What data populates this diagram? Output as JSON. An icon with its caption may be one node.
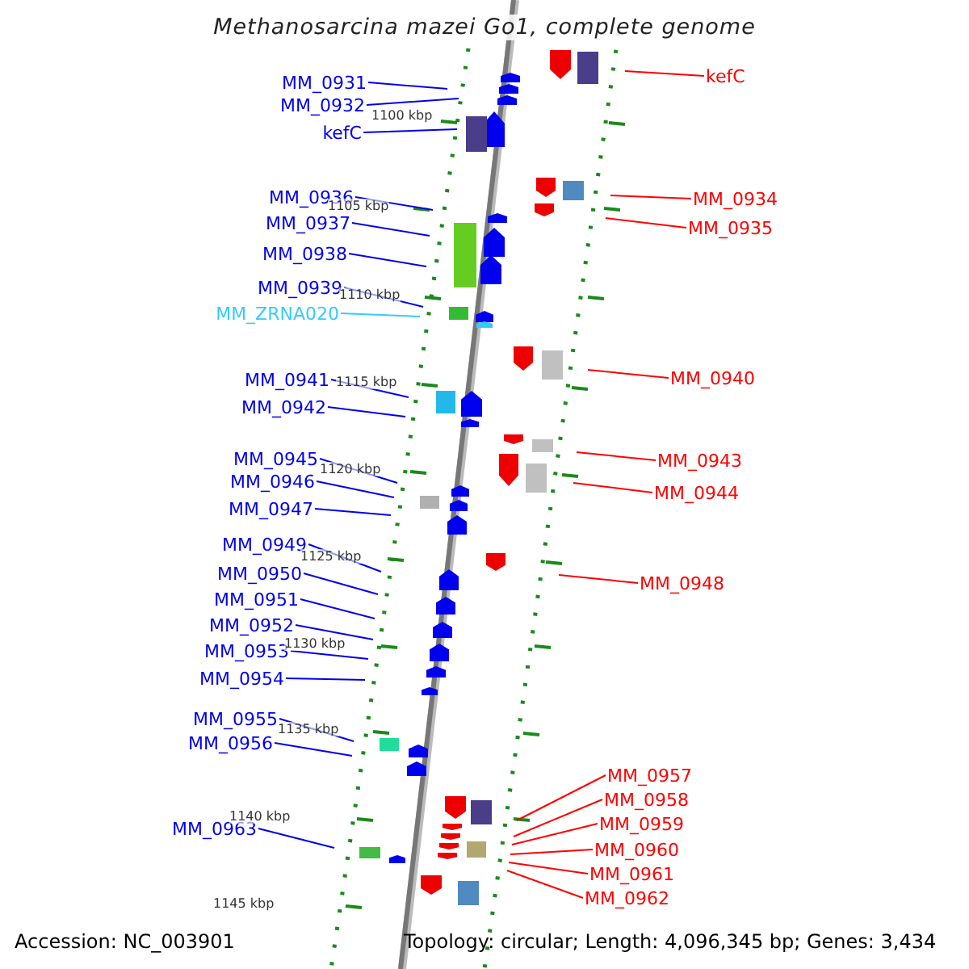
{
  "diagram": {
    "title": "Methanosarcina mazei Go1, complete genome",
    "nodes": [
      {
        "text": [
          "MM_0931"
        ]
      },
      {
        "text": [
          "MM_0932"
        ]
      },
      {
        "text": [
          "kefC"
        ]
      },
      {
        "text": [
          "MM_0936"
        ]
      },
      {
        "text": [
          "MM_0937"
        ]
      },
      {
        "text": [
          "MM_0938"
        ]
      },
      {
        "text": [
          "MM_0939"
        ]
      },
      {
        "text": [
          "MM_ZRNA020"
        ]
      },
      {
        "text": [
          "MM_0941"
        ]
      },
      {
        "text": [
          "MM_0942"
        ]
      },
      {
        "text": [
          "MM_0945"
        ]
      },
      {
        "text": [
          "MM_0946"
        ]
      },
      {
        "text": [
          "MM_0947"
        ]
      },
      {
        "text": [
          "MM_0949"
        ]
      },
      {
        "text": [
          "MM_0950"
        ]
      },
      {
        "text": [
          "MM_0951"
        ]
      },
      {
        "text": [
          "MM_0952"
        ]
      },
      {
        "text": [
          "MM_0953"
        ]
      },
      {
        "text": [
          "MM_0954"
        ]
      },
      {
        "text": [
          "MM_0955"
        ]
      },
      {
        "text": [
          "MM_0956"
        ]
      },
      {
        "text": [
          "MM_0963"
        ]
      },
      {
        "text": [
          "kefC"
        ]
      },
      {
        "text": [
          "MM_0934"
        ]
      },
      {
        "text": [
          "MM_0935"
        ]
      },
      {
        "text": [
          "MM_0940"
        ]
      },
      {
        "text": [
          "MM_0943"
        ]
      },
      {
        "text": [
          "MM_0944"
        ]
      },
      {
        "text": [
          "MM_0948"
        ]
      },
      {
        "text": [
          "MM_0957"
        ]
      },
      {
        "text": [
          "MM_0958"
        ]
      },
      {
        "text": [
          "MM_0959"
        ]
      },
      {
        "text": [
          "MM_0960"
        ]
      },
      {
        "text": [
          "MM_0961"
        ]
      },
      {
        "text": [
          "MM_0962"
        ]
      }
    ],
    "edges": [
      {
        "from": 0,
        "to": null,
        "arrow": "none"
      },
      {
        "from": 1,
        "to": null,
        "arrow": "none"
      },
      {
        "from": 2,
        "to": null,
        "arrow": "none"
      },
      {
        "from": 3,
        "to": null,
        "arrow": "none"
      },
      {
        "from": 4,
        "to": null,
        "arrow": "none"
      },
      {
        "from": 5,
        "to": null,
        "arrow": "none"
      },
      {
        "from": 6,
        "to": null,
        "arrow": "none"
      },
      {
        "from": 7,
        "to": null,
        "arrow": "none",
        "color": "#33ccff"
      },
      {
        "from": 8,
        "to": null,
        "arrow": "none"
      },
      {
        "from": 9,
        "to": null,
        "arrow": "none"
      },
      {
        "from": 10,
        "to": null,
        "arrow": "none"
      },
      {
        "from": 11,
        "to": null,
        "arrow": "none"
      },
      {
        "from": 12,
        "to": null,
        "arrow": "none"
      },
      {
        "from": 13,
        "to": null,
        "arrow": "none"
      },
      {
        "from": 14,
        "to": null,
        "arrow": "none"
      },
      {
        "from": 15,
        "to": null,
        "arrow": "none"
      },
      {
        "from": 16,
        "to": null,
        "arrow": "none"
      },
      {
        "from": 17,
        "to": null,
        "arrow": "none"
      },
      {
        "from": 18,
        "to": null,
        "arrow": "none"
      },
      {
        "from": 19,
        "to": null,
        "arrow": "none"
      },
      {
        "from": 20,
        "to": null,
        "arrow": "none"
      },
      {
        "from": 21,
        "to": null,
        "arrow": "none"
      },
      {
        "from": 22,
        "to": null,
        "arrow": "none",
        "color": "#ff0000"
      },
      {
        "from": 23,
        "to": null,
        "arrow": "none",
        "color": "#ff0000"
      },
      {
        "from": 24,
        "to": null,
        "arrow": "none",
        "color": "#ff0000"
      },
      {
        "from": 25,
        "to": null,
        "arrow": "none",
        "color": "#ff0000"
      },
      {
        "from": 26,
        "to": null,
        "arrow": "none",
        "color": "#ff0000"
      },
      {
        "from": 27,
        "to": null,
        "arrow": "none",
        "color": "#ff0000"
      },
      {
        "from": 28,
        "to": null,
        "arrow": "none",
        "color": "#ff0000"
      },
      {
        "from": 29,
        "to": null,
        "arrow": "none",
        "color": "#ff0000"
      },
      {
        "from": 30,
        "to": null,
        "arrow": "none",
        "color": "#ff0000"
      },
      {
        "from": 31,
        "to": null,
        "arrow": "none",
        "color": "#ff0000"
      },
      {
        "from": 32,
        "to": null,
        "arrow": "none",
        "color": "#ff0000"
      },
      {
        "from": 33,
        "to": null,
        "arrow": "none",
        "color": "#ff0000"
      },
      {
        "from": 34,
        "to": null,
        "arrow": "none",
        "color": "#ff0000"
      }
    ],
    "labels": [
      "1100 kbp",
      "1105 kbp",
      "1110 kbp",
      "1115 kbp",
      "1120 kbp",
      "1125 kbp",
      "1130 kbp",
      "1135 kbp",
      "1140 kbp",
      "1145 kbp",
      "Accession: NC_003901",
      "Topology: circular; Length: 4,096,345 bp; Genes: 3,434"
    ]
  }
}
